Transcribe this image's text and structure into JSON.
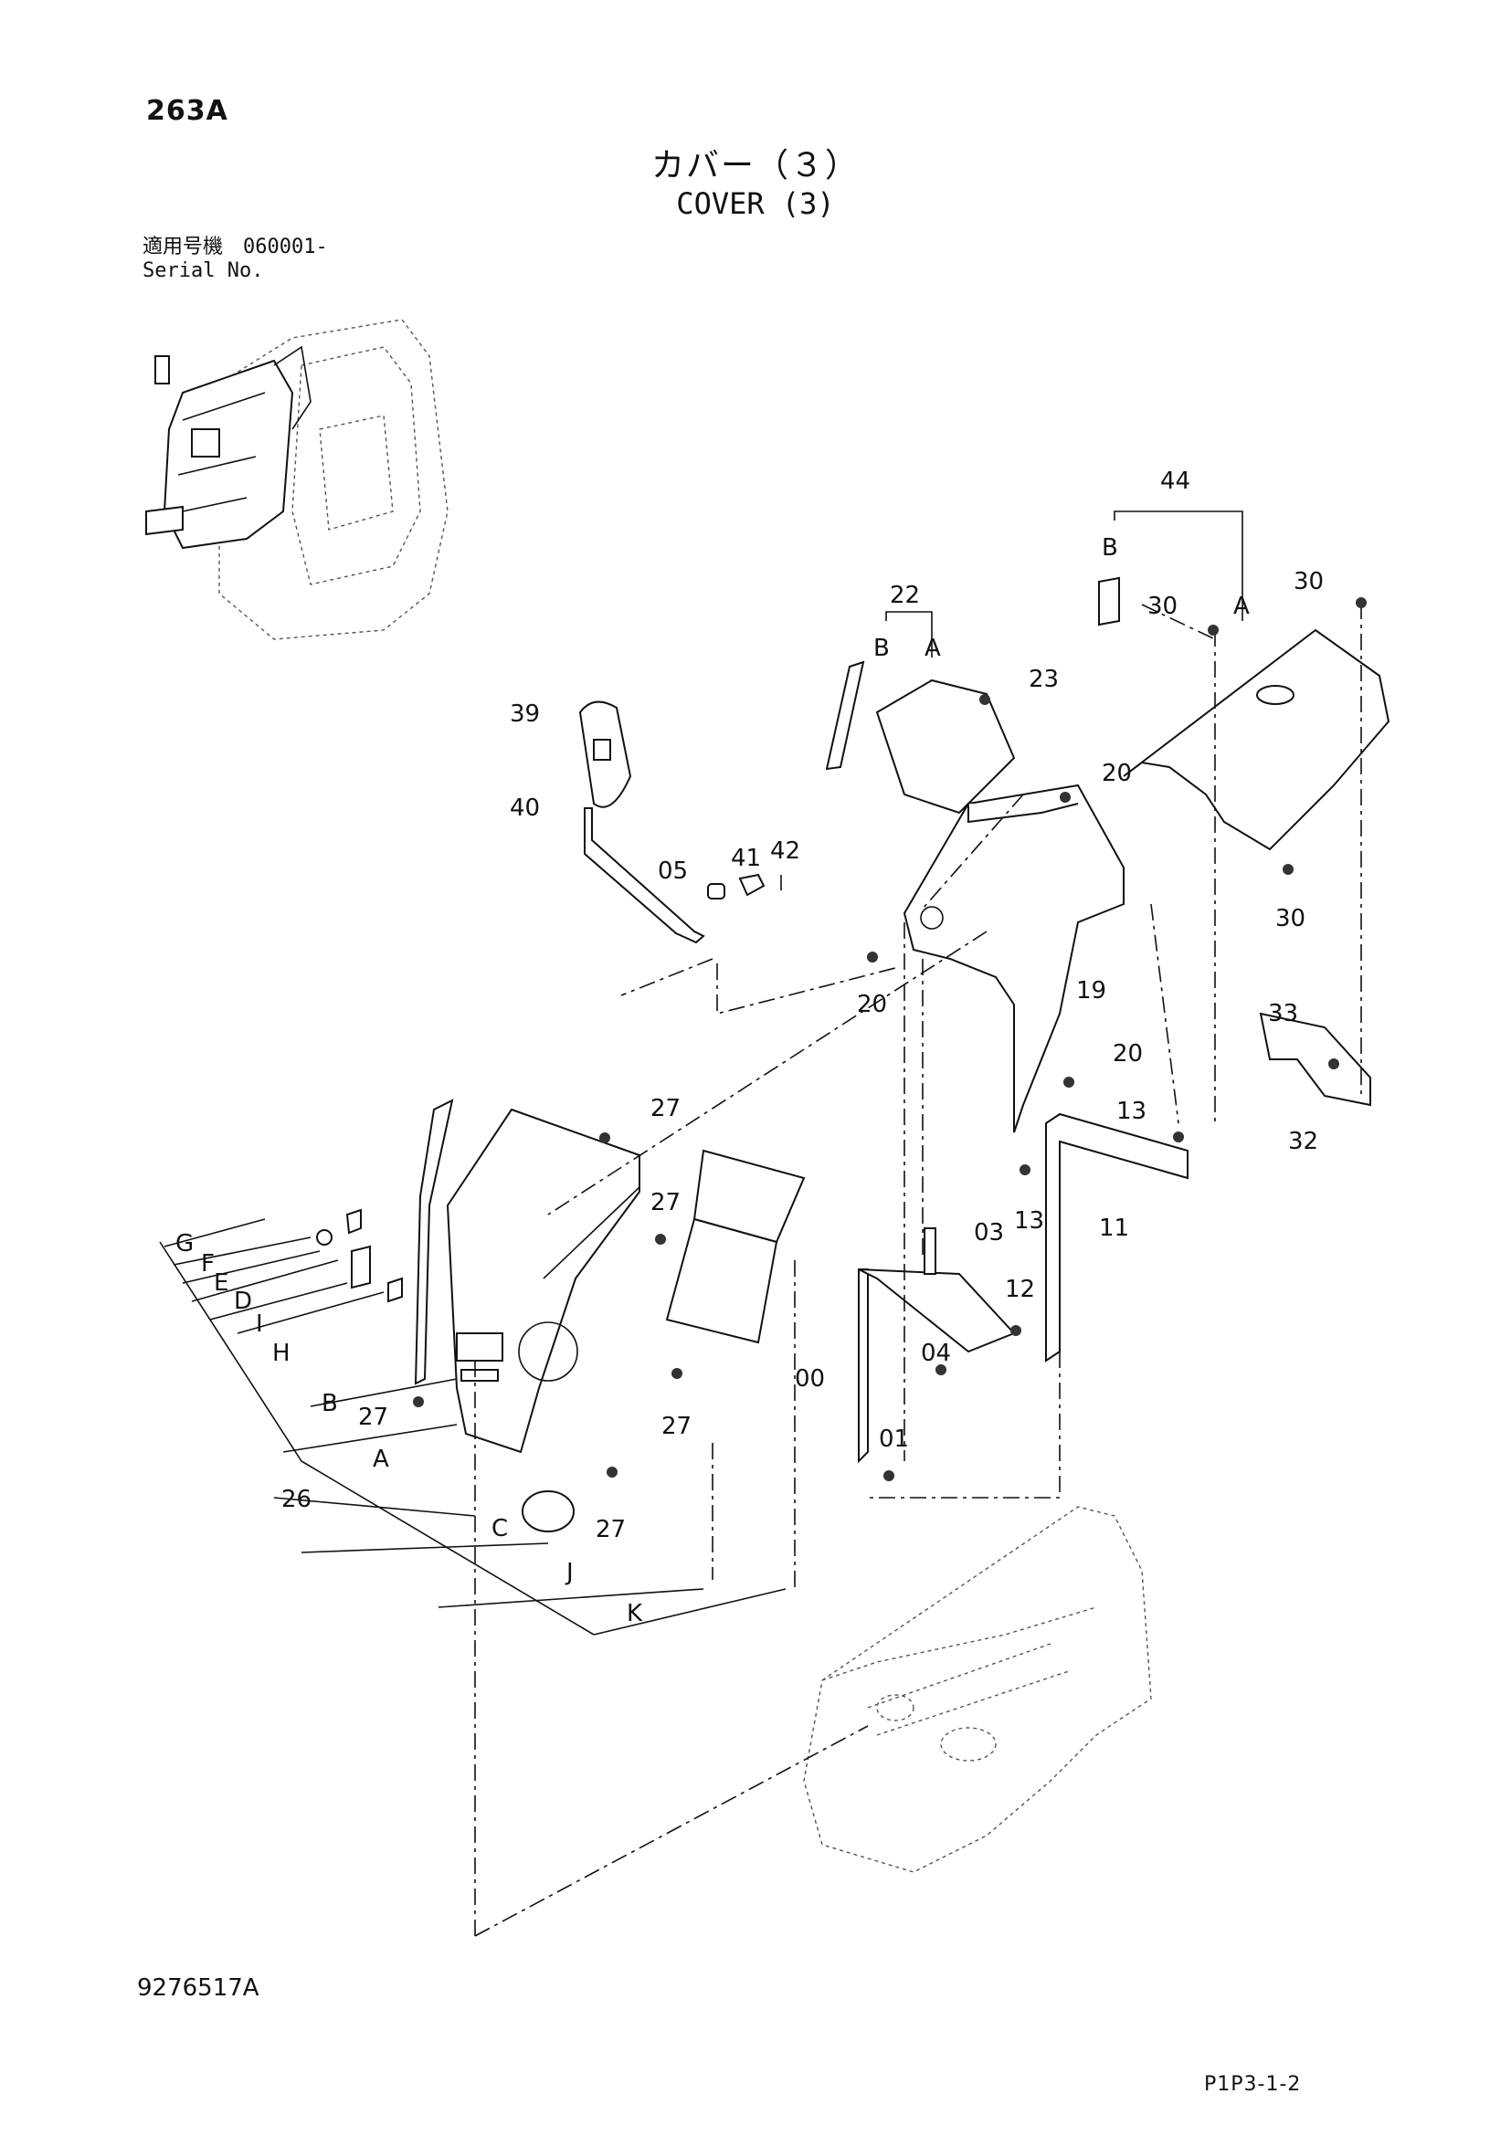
{
  "header": {
    "page_number": "263A",
    "title_jp": "カバー（３）",
    "title_en": "COVER (3)",
    "serial_label_jp": "適用号機　060001-",
    "serial_label_en": "Serial No."
  },
  "footer": {
    "document_code": "9276517A",
    "page_reference": "P1P3-1-2"
  },
  "callouts": {
    "c44": "44",
    "c44_B": "B",
    "c44_A": "A",
    "c30a": "30",
    "c30b": "30",
    "c30c": "30",
    "c22": "22",
    "c22_B": "B",
    "c22_A": "A",
    "c23": "23",
    "c39": "39",
    "c20a": "20",
    "c20b": "20",
    "c20c": "20",
    "c40": "40",
    "c05": "05",
    "c41": "41",
    "c42": "42",
    "c19": "19",
    "c33": "33",
    "c32": "32",
    "c27a": "27",
    "c27b": "27",
    "c27c": "27",
    "c27d": "27",
    "c27e": "27",
    "c13a": "13",
    "c13b": "13",
    "c11": "11",
    "c03": "03",
    "c12": "12",
    "c04": "04",
    "c00": "00",
    "c01": "01",
    "c26": "26",
    "lG": "G",
    "lF": "F",
    "lE": "E",
    "lD": "D",
    "lI": "I",
    "lH": "H",
    "lB": "B",
    "lA": "A",
    "lC": "C",
    "lJ": "J",
    "lK": "K"
  }
}
